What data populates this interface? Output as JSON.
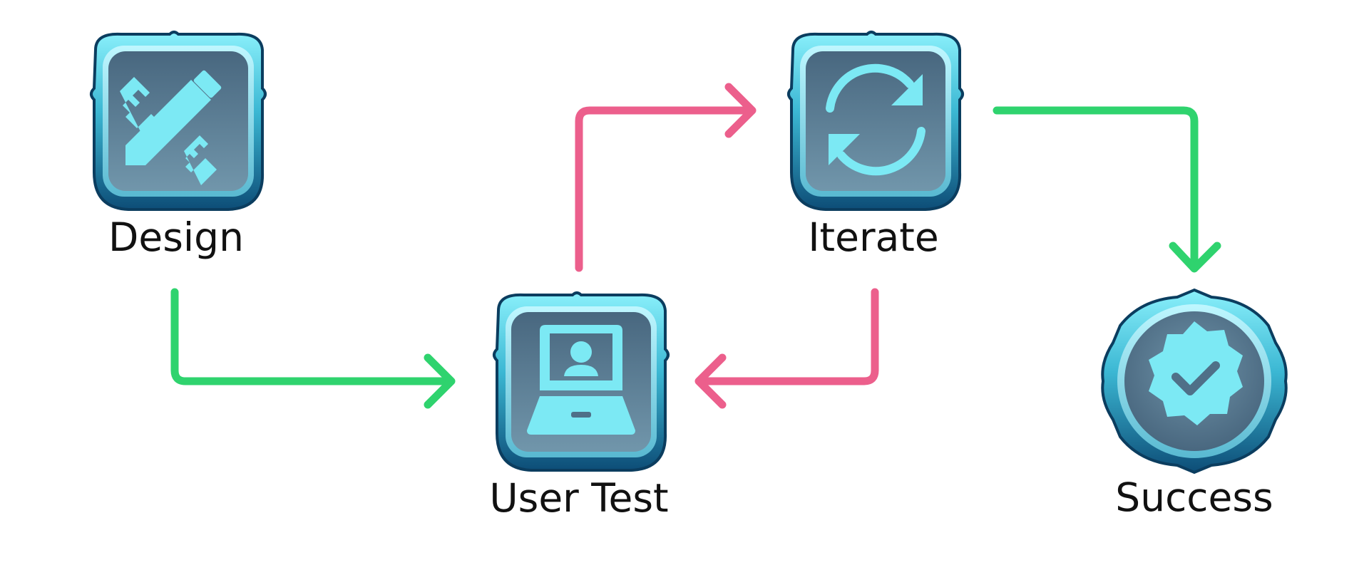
{
  "nodes": [
    {
      "id": "design",
      "label": "Design",
      "icon": "pencil-ruler-icon"
    },
    {
      "id": "user-test",
      "label": "User Test",
      "icon": "laptop-user-icon"
    },
    {
      "id": "iterate",
      "label": "Iterate",
      "icon": "refresh-cycle-icon"
    },
    {
      "id": "success",
      "label": "Success",
      "icon": "verified-badge-icon"
    }
  ],
  "edges": [
    {
      "from": "design",
      "to": "user-test",
      "color": "#2fd36e"
    },
    {
      "from": "user-test",
      "to": "iterate",
      "color": "#ec5f8c"
    },
    {
      "from": "iterate",
      "to": "user-test",
      "color": "#ec5f8c"
    },
    {
      "from": "iterate",
      "to": "success",
      "color": "#2fd36e"
    }
  ],
  "colors": {
    "icon_glyph": "#7ce9f4",
    "tile_frame": "#4cc6dc",
    "tile_face": "#5d8399",
    "label_text": "#111111",
    "background": "#ffffff"
  }
}
